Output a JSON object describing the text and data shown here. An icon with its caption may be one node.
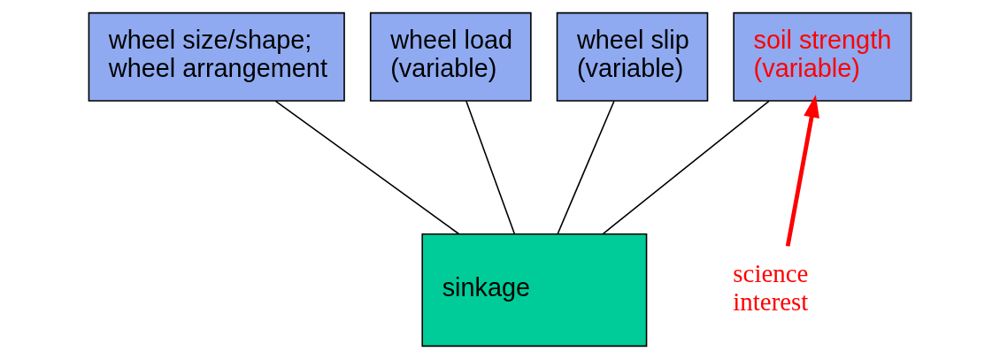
{
  "diagram": {
    "nodes": [
      {
        "text": [
          "wheel size/shape; wheel arrangement"
        ]
      },
      {
        "text": [
          "wheel load (variable)"
        ]
      },
      {
        "text": [
          "wheel slip (variable)"
        ]
      },
      {
        "text": [
          "soil strength (variable)"
        ]
      },
      {
        "text": [
          "sinkage"
        ]
      },
      {
        "text": [
          "science interest"
        ]
      }
    ],
    "edges": [
      {
        "from": 0,
        "to": 4,
        "arrow": "none"
      },
      {
        "from": 1,
        "to": 4,
        "arrow": "none"
      },
      {
        "from": 2,
        "to": 4,
        "arrow": "none"
      },
      {
        "from": 3,
        "to": 4,
        "arrow": "none"
      },
      {
        "from": 5,
        "to": 3,
        "arrow": "to",
        "style": "thick",
        "color": "#ff0000"
      }
    ]
  }
}
